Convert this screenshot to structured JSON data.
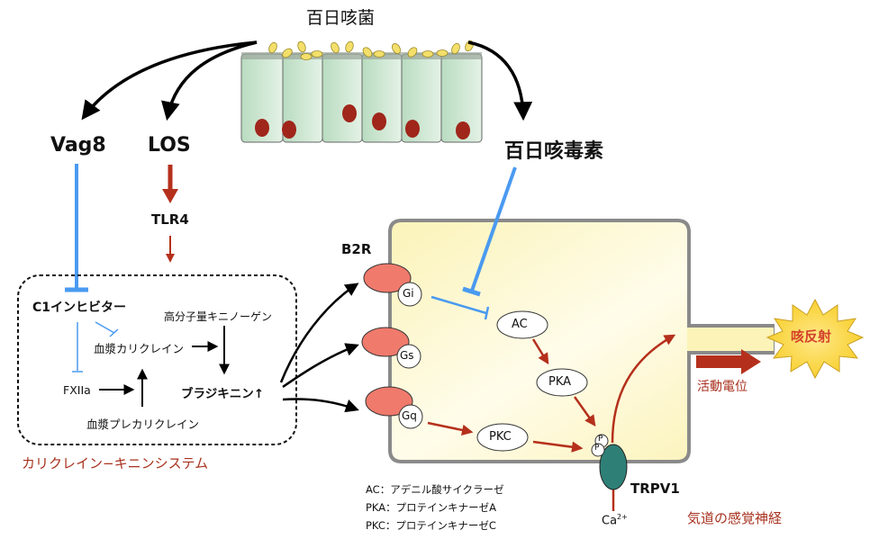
{
  "title": "百日咳菌",
  "factors": {
    "vag8": "Vag8",
    "los": "LOS",
    "toxin": "百日咳毒素",
    "tlr4": "TLR4"
  },
  "kks": {
    "c1_inhibitor": "C1インヒビター",
    "hmw_kininogen": "高分子量キニノーゲン",
    "plasma_kallikrein": "血漿カリクレイン",
    "fxiia": "FXIIa",
    "bradykinin": "ブラジキニン↑",
    "prekallikrein": "血漿プレカリクレイン",
    "system_label": "カリクレイン−キニンシステム"
  },
  "receptor": {
    "b2r": "B2R",
    "gi": "Gi",
    "gs": "Gs",
    "gq": "Gq"
  },
  "pathway": {
    "ac": "AC",
    "pka": "PKA",
    "pkc": "PKC",
    "p": "P",
    "trpv1": "TRPV1",
    "ca": "Ca",
    "ca_charge": "2+",
    "action_potential": "活動電位",
    "cough_reflex": "咳反射",
    "nerve_label": "気道の感覚神経"
  },
  "legend": [
    "AC：アデニル酸サイクラーゼ",
    "PKA：プロテインキナーゼA",
    "PKC：プロテインキナーゼC"
  ],
  "colors": {
    "inhibit": "#4a9af0",
    "activate_red": "#b5301c",
    "receptor": "#f07a6c",
    "trpv1": "#2e8077",
    "cell_fill": "#fdf8c8",
    "cough_text": "#d2402a"
  }
}
